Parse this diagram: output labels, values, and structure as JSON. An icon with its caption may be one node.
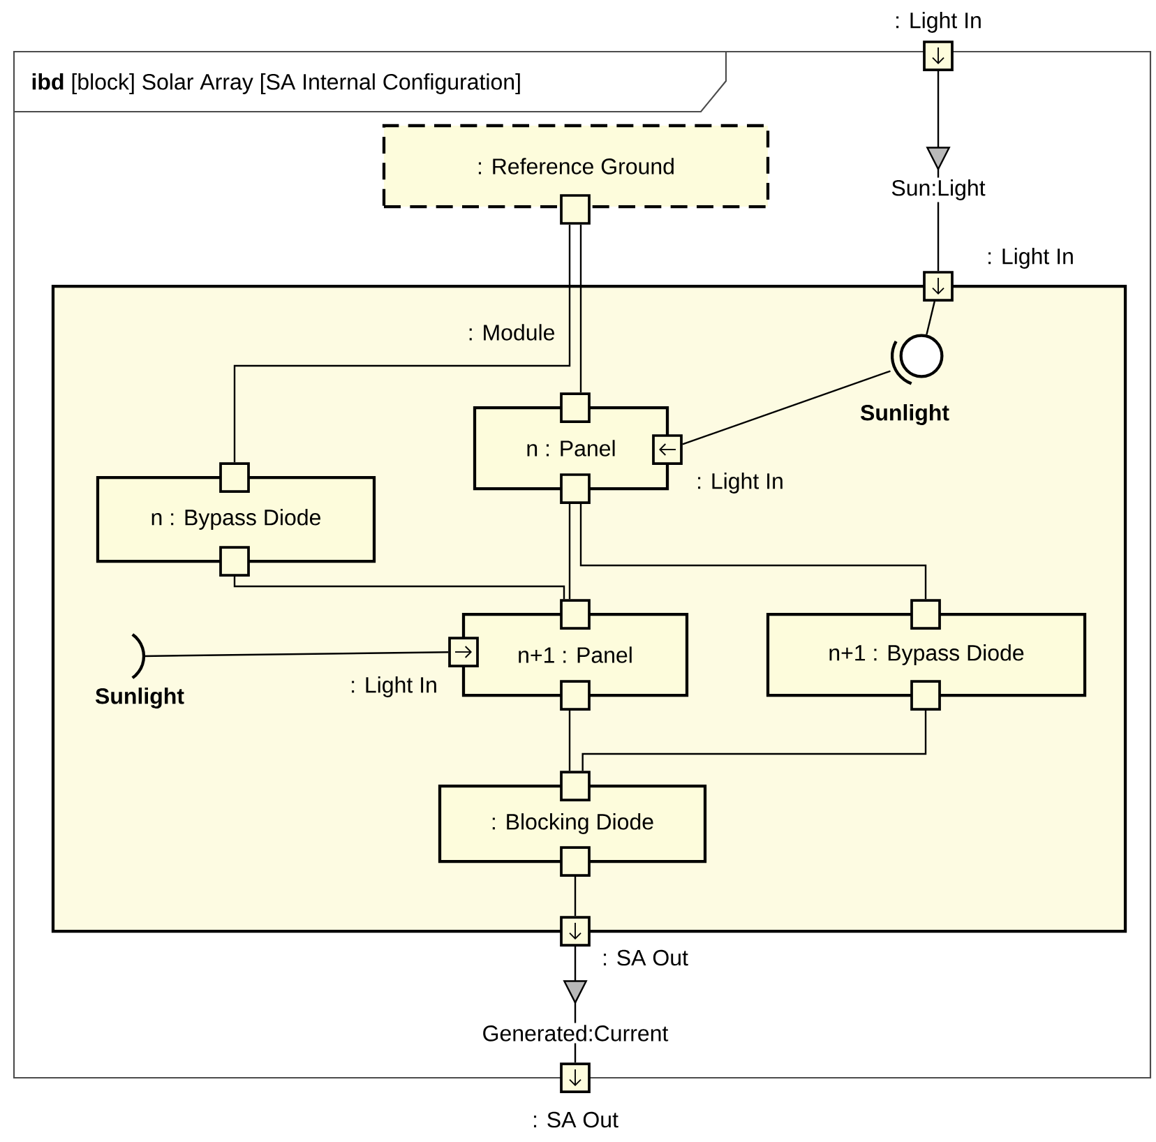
{
  "diagram": {
    "nodes": [
      {
        "text": [
          "**ibd** [block] Solar Array [SA Internal Configuration]"
        ]
      },
      {
        "text": [
          ": Reference Ground"
        ],
        "in": 0
      },
      {
        "text": [
          ": Module"
        ],
        "in": 0
      },
      {
        "text": [
          "n : Panel"
        ],
        "in": 2
      },
      {
        "text": [
          "n : Bypass Diode"
        ],
        "in": 2
      },
      {
        "text": [
          "n+1 : Panel"
        ],
        "in": 2
      },
      {
        "text": [
          "n+1 : Bypass Diode"
        ],
        "in": 2
      },
      {
        "text": [
          ": Blocking Diode"
        ],
        "in": 2
      },
      {
        "text": [],
        "shape": "box",
        "beside": [
          ": Light In"
        ]
      },
      {
        "text": [],
        "shape": "box",
        "in": 0
      },
      {
        "text": [],
        "shape": "box",
        "beside": [
          ": Light In"
        ],
        "in": 0
      },
      {
        "text": [],
        "shape": "box",
        "in": 2
      },
      {
        "text": [],
        "shape": "box",
        "beside": [
          ": Light In"
        ],
        "in": 2
      },
      {
        "text": [],
        "shape": "box",
        "in": 2
      },
      {
        "text": [],
        "shape": "box",
        "in": 2
      },
      {
        "text": [],
        "shape": "box",
        "in": 2
      },
      {
        "text": [],
        "shape": "box",
        "beside": [
          ": Light In"
        ],
        "in": 2
      },
      {
        "text": [],
        "shape": "box",
        "in": 2
      },
      {
        "text": [],
        "shape": "box",
        "in": 2
      },
      {
        "text": [],
        "shape": "box",
        "in": 2
      },
      {
        "text": [],
        "shape": "box",
        "in": 2
      },
      {
        "text": [],
        "shape": "box",
        "in": 2
      },
      {
        "text": [],
        "shape": "box",
        "in": 2
      },
      {
        "text": [],
        "shape": "box",
        "beside": [
          ": SA Out"
        ],
        "in": 0
      },
      {
        "text": [],
        "shape": "box",
        "beside": [
          ": SA Out"
        ]
      },
      {
        "text": [],
        "shape": "circle",
        "beside": [
          "Sunlight"
        ],
        "in": 2
      },
      {
        "text": [],
        "shape": "socket",
        "in": 2
      },
      {
        "text": [],
        "shape": "socket",
        "beside": [
          "Sunlight"
        ],
        "in": 2
      }
    ],
    "edges": [
      {
        "from": 8,
        "to": 10,
        "arrow": "to",
        "label": "Sun:Light"
      },
      {
        "from": 10,
        "to": 25,
        "arrow": "none"
      },
      {
        "from": 26,
        "to": 12,
        "arrow": "none"
      },
      {
        "from": 9,
        "to": 11,
        "arrow": "none"
      },
      {
        "from": 9,
        "to": 14,
        "arrow": "none"
      },
      {
        "from": 13,
        "to": 17,
        "arrow": "none"
      },
      {
        "from": 13,
        "to": 19,
        "arrow": "none"
      },
      {
        "from": 15,
        "to": 17,
        "arrow": "none"
      },
      {
        "from": 27,
        "to": 16,
        "arrow": "none"
      },
      {
        "from": 18,
        "to": 21,
        "arrow": "none"
      },
      {
        "from": 20,
        "to": 21,
        "arrow": "none"
      },
      {
        "from": 22,
        "to": 23,
        "arrow": "none"
      },
      {
        "from": 23,
        "to": 24,
        "arrow": "to",
        "label": "Generated:Current"
      }
    ]
  }
}
